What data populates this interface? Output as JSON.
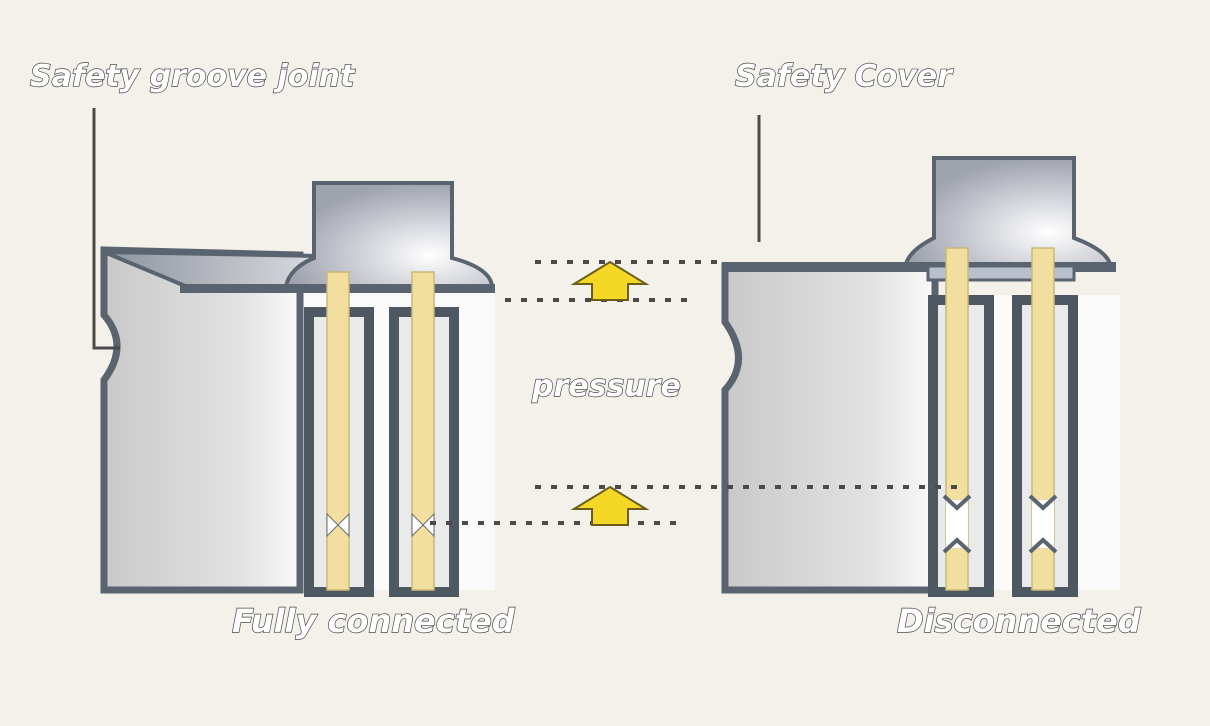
{
  "labels": {
    "safety_groove_joint": "Safety groove joint",
    "safety_cover": "Safety Cover",
    "pressure": "pressure",
    "fully_connected": "Fully connected",
    "disconnected": "Disconnected"
  },
  "colors": {
    "background": "#f4f1ea",
    "body_fill": "#d5d5d5",
    "outline": "#5a6470",
    "pin": "#f2dfa0",
    "arrow": "#f5d826",
    "cap": "#b7bac4"
  }
}
